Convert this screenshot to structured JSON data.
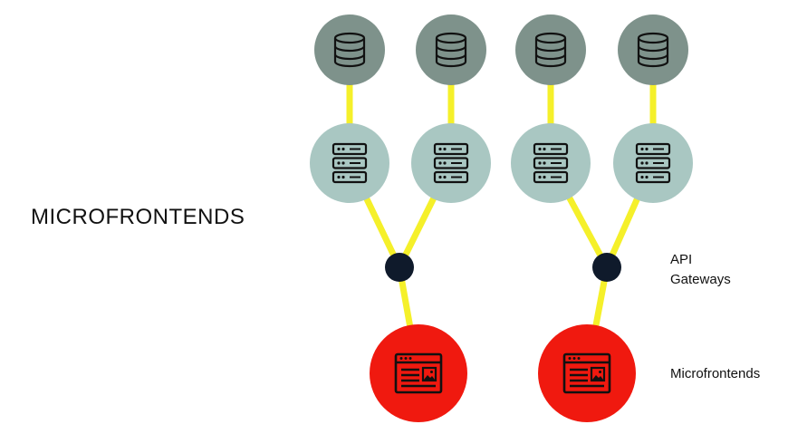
{
  "title": "MICROFRONTENDS",
  "legend": {
    "gateways_line1": "API",
    "gateways_line2": "Gateways",
    "microfrontends": "Microfrontends"
  },
  "colors": {
    "database_node": "#7e928b",
    "service_node": "#a9c7c2",
    "gateway_node": "#0f1a2b",
    "microfrontend_node": "#f0190f",
    "connector": "#f5f02a",
    "icon_stroke": "#111111"
  },
  "icons": {
    "database": "database-icon",
    "server": "server-icon",
    "webpage": "webpage-icon"
  }
}
